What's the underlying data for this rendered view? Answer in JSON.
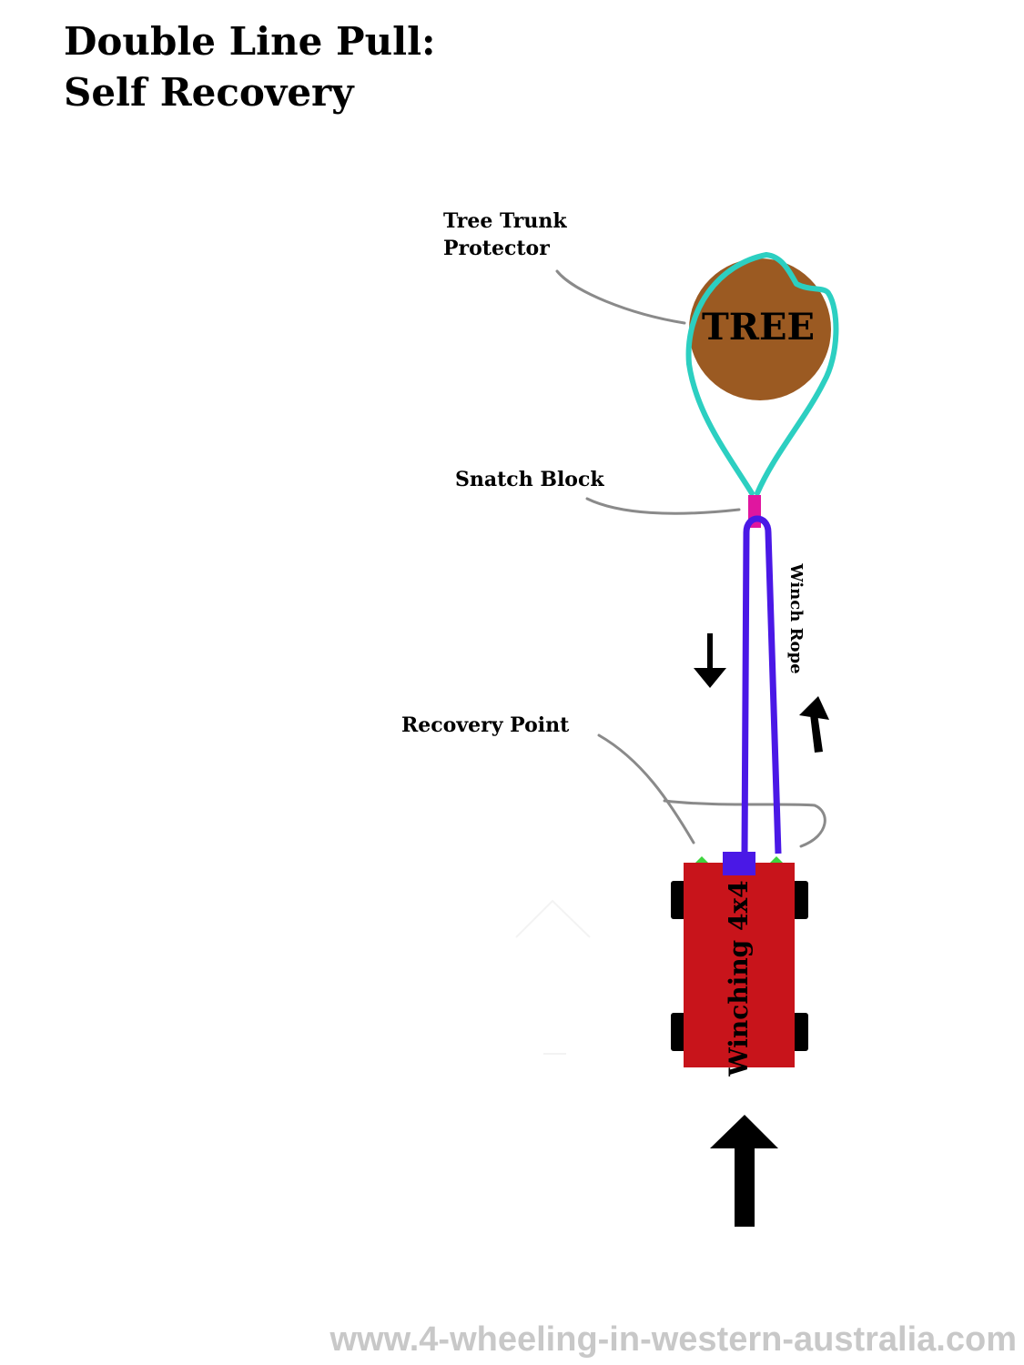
{
  "title": {
    "line1": "Double Line Pull:",
    "line2": "Self Recovery"
  },
  "labels": {
    "tree": "TREE",
    "tree_trunk_protector_line1": "Tree Trunk",
    "tree_trunk_protector_line2": "Protector",
    "snatch_block": "Snatch Block",
    "winch_rope": "Winch Rope",
    "recovery_point": "Recovery Point",
    "vehicle": "Winching 4x4"
  },
  "watermark": "www.4-wheeling-in-western-australia.com",
  "colors": {
    "tree_fill": "#9b5a22",
    "protector_strap": "#2ccfc1",
    "snatch_block": "#e0169f",
    "winch_rope": "#4a18e6",
    "vehicle_body": "#c8141b",
    "wheels": "#000000",
    "recovery_point_marker": "#3ed43e",
    "leader_lines": "#8a8a8a",
    "watermark_text": "#c8c8c8"
  }
}
